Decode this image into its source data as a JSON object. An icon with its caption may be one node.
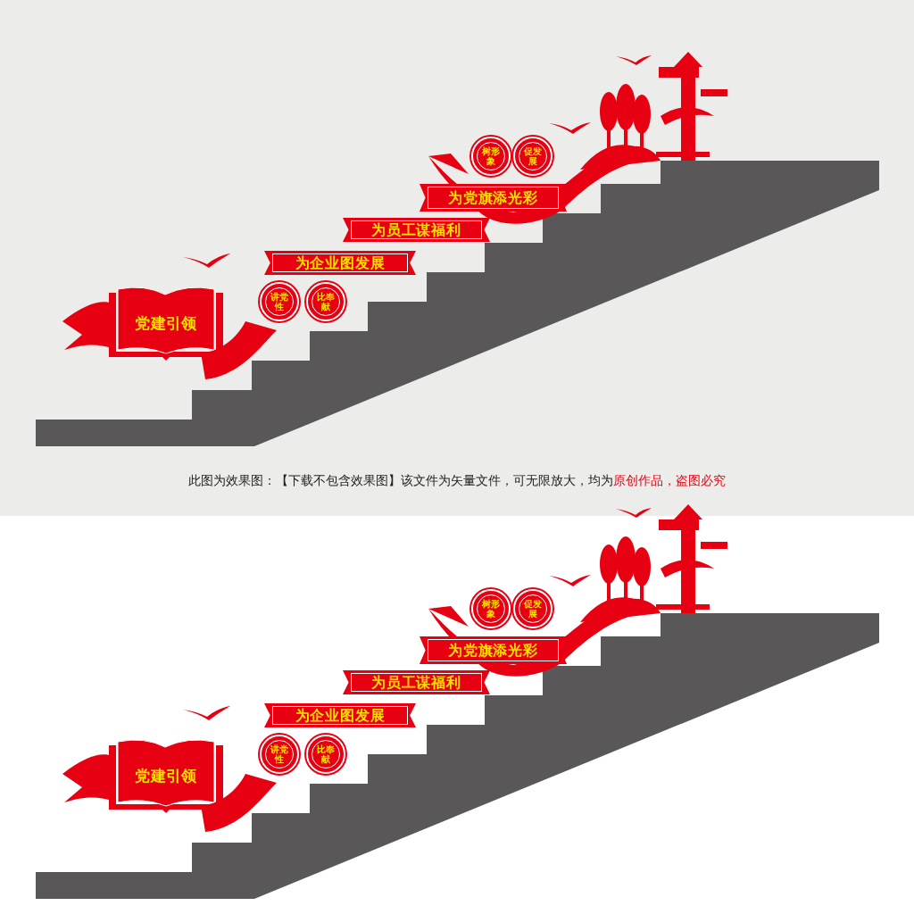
{
  "diagram": {
    "nodes": [
      {
        "text": [
          "党建引领"
        ]
      },
      {
        "text": [
          "讲党性"
        ]
      },
      {
        "text": [
          "比奉献"
        ]
      },
      {
        "text": [
          "为企业图发展"
        ]
      },
      {
        "text": [
          "为员工谋福利"
        ]
      },
      {
        "text": [
          "为党旗添光彩"
        ]
      },
      {
        "text": [
          "树形象"
        ]
      },
      {
        "text": [
          "促发展"
        ]
      },
      {
        "text": [
          "党建引领"
        ]
      },
      {
        "text": [
          "讲党性"
        ]
      },
      {
        "text": [
          "比奉献"
        ]
      },
      {
        "text": [
          "为企业图发展"
        ]
      },
      {
        "text": [
          "为员工谋福利"
        ]
      },
      {
        "text": [
          "为党旗添光彩"
        ]
      },
      {
        "text": [
          "树形象"
        ]
      },
      {
        "text": [
          "促发展"
        ]
      }
    ],
    "labels": [
      "此图为效果图：【下载不包含效果图】该文件为矢量文件，可无限放大，均为",
      "原创作品，盗图必究"
    ]
  }
}
